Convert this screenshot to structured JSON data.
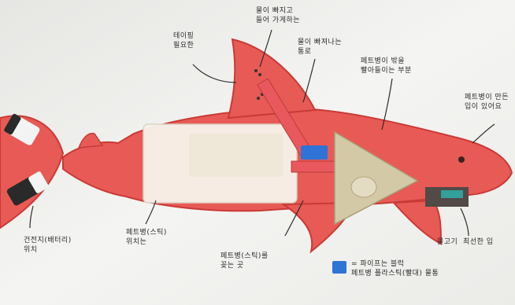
{
  "photo": {
    "colors": {
      "background": "#f1f1ef",
      "shark_body": "#e85a55",
      "shark_outline": "#c93a36",
      "paper_sleeve": "#f7f2ea",
      "triangle_plate": "#d4c9a6",
      "straw": "#e9585c",
      "blue_piece": "#2f73d6",
      "battery_dark": "#2a2a2a",
      "battery_light": "#f3f3f3",
      "annotation_ink": "#2c2c2c"
    },
    "annotations": [
      {
        "id": "top-left",
        "text": "테이핑\n필요한"
      },
      {
        "id": "top-middle",
        "text": "물이 빠지고\n들어 가게하는"
      },
      {
        "id": "top-middle2",
        "text": "물이 빠져나는\n통로"
      },
      {
        "id": "top-right",
        "text": "페트병이 밖을\n빨아들이는 부분"
      },
      {
        "id": "far-right",
        "text": "페트병이 만든\n입이 있어요"
      },
      {
        "id": "bottom-left",
        "text": "건전지(배터리)\n위치"
      },
      {
        "id": "bottom-left2",
        "text": "페트병(스틱)\n위치는"
      },
      {
        "id": "bottom-middle",
        "text": "페트병(스틱)를\n꽂는 곳"
      },
      {
        "id": "bottom-right",
        "text": "물고기  최선한 입"
      },
      {
        "id": "blue-key",
        "text": "= 파이프는 블럭\n페트병 플라스틱(빨대) 물통"
      }
    ]
  }
}
